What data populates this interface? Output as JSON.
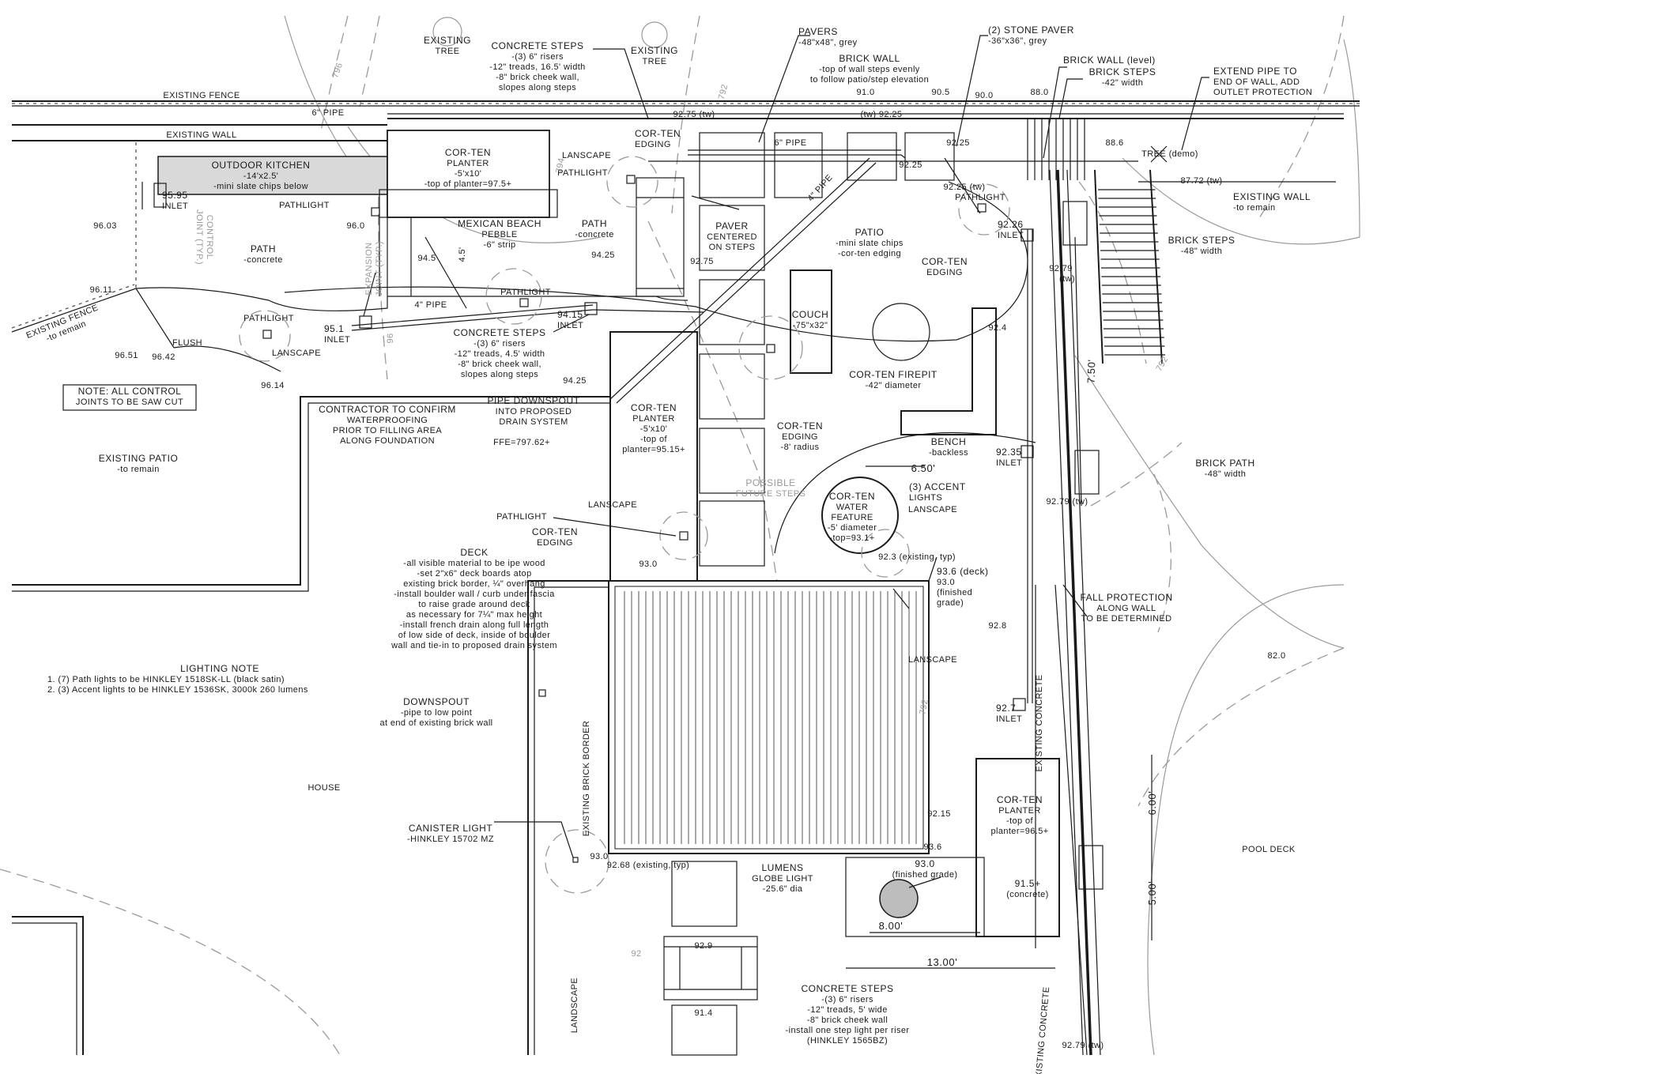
{
  "labels": {
    "existing_tree_1": [
      "EXISTING",
      "TREE"
    ],
    "existing_tree_2": [
      "EXISTING",
      "TREE"
    ],
    "concrete_steps_top": [
      "CONCRETE STEPS",
      "-(3) 6\" risers",
      "-12\" treads, 16.5' width",
      "-8\" brick cheek wall,",
      "slopes along steps"
    ],
    "pavers": [
      "PAVERS",
      "-48\"x48\", grey"
    ],
    "brick_wall_top": [
      "BRICK WALL",
      "-top of wall steps evenly",
      "to follow patio/step elevation"
    ],
    "stone_paver": [
      "(2) STONE PAVER",
      "-36\"x36\", grey"
    ],
    "brick_wall_level": [
      "BRICK WALL (level)"
    ],
    "brick_steps_top": [
      "BRICK STEPS",
      "-42\" width"
    ],
    "extend_pipe": [
      "EXTEND PIPE TO",
      "END OF WALL, ADD",
      "OUTLET PROTECTION"
    ],
    "existing_fence_top": "EXISTING FENCE",
    "existing_wall_top": "EXISTING WALL",
    "pipe_6_a": "6\" PIPE",
    "pipe_6_b": "6\" PIPE",
    "pipe_4_a": "4\" PIPE",
    "pipe_4_b": "4\" PIPE",
    "corten_planter_1": [
      "COR-TEN",
      "PLANTER",
      "-5'x10'",
      "-top of planter=97.5+"
    ],
    "corten_edging_1": [
      "COR-TEN",
      "EDGING"
    ],
    "lanscape_1": "LANSCAPE",
    "pathlight_1": "PATHLIGHT",
    "outdoor_kitchen": [
      "OUTDOOR KITCHEN",
      "-14'x2.5'",
      "-mini slate chips below"
    ],
    "inlet_1": [
      "95.95",
      "INLET"
    ],
    "pathlight_2": "PATHLIGHT",
    "mexican_beach": [
      "MEXICAN BEACH",
      "PEBBLE",
      "-6\" strip"
    ],
    "path_2": [
      "PATH",
      "-concrete"
    ],
    "path_1": [
      "PATH",
      "-concrete"
    ],
    "paver_centered": [
      "PAVER",
      "CENTERED",
      "ON STEPS"
    ],
    "patio": [
      "PATIO",
      "-mini slate chips",
      "-cor-ten edging"
    ],
    "corten_edging_2": [
      "COR-TEN",
      "EDGING"
    ],
    "pathlight_3": "PATHLIGHT",
    "inlet_2": [
      "92.26",
      "INLET"
    ],
    "tree_demo": "TREE (demo)",
    "existing_wall_right": [
      "EXISTING WALL",
      "-to remain"
    ],
    "brick_steps_right": [
      "BRICK STEPS",
      "-48\" width"
    ],
    "pathlight_4": "PATHLIGHT",
    "inlet_3": [
      "94.15",
      "INLET"
    ],
    "existing_fence_left": [
      "EXISTING FENCE",
      "-to remain"
    ],
    "flush": "FLUSH",
    "pathlight_5": "PATHLIGHT",
    "inlet_4": [
      "95.1",
      "INLET"
    ],
    "lanscape_2": "LANSCAPE",
    "concrete_steps_mid": [
      "CONCRETE STEPS",
      "-(3) 6\" risers",
      "-12\" treads, 4.5' width",
      "-8\" brick cheek wall,",
      "slopes along steps"
    ],
    "couch": [
      "COUCH",
      "-75\"x32\""
    ],
    "firepit": [
      "COR-TEN FIREPIT",
      "-42\" diameter"
    ],
    "note_saw": [
      "NOTE:  ALL CONTROL",
      "JOINTS TO BE SAW CUT"
    ],
    "contractor": [
      "CONTRACTOR TO CONFIRM",
      "WATERPROOFING",
      "PRIOR TO FILLING AREA",
      "ALONG FOUNDATION"
    ],
    "pipe_downspout": [
      "PIPE DOWNSPOUT",
      "INTO PROPOSED",
      "DRAIN SYSTEM"
    ],
    "ffe": "FFE=797.62+",
    "corten_planter_2": [
      "COR-TEN",
      "PLANTER",
      "-5'x10'",
      "-top of",
      "planter=95.15+"
    ],
    "corten_edging_3": [
      "COR-TEN",
      "EDGING",
      "-8' radius"
    ],
    "bench": [
      "BENCH",
      "-backless"
    ],
    "inlet_5": [
      "92.35",
      "INLET"
    ],
    "brick_path": [
      "BRICK PATH",
      "-48\" width"
    ],
    "existing_patio": [
      "EXISTING PATIO",
      "-to remain"
    ],
    "possible_steps": [
      "POSSIBLE",
      "FUTURE STEPS"
    ],
    "lanscape_3": "LANSCAPE",
    "water_feature": [
      "COR-TEN",
      "WATER",
      "FEATURE",
      "-5' diameter",
      "-top=93.1+"
    ],
    "accent_lights": [
      "(3) ACCENT",
      "LIGHTS"
    ],
    "lanscape_4": "LANSCAPE",
    "pathlight_6": "PATHLIGHT",
    "corten_edging_4": [
      "COR-TEN",
      "EDGING"
    ],
    "deck": [
      "DECK",
      "-all visible material to be ipe wood",
      "-set 2\"x6\" deck boards atop",
      "existing brick border, ¼\" overhang",
      "-install boulder wall / curb under fascia",
      "to raise grade around deck",
      "as necessary for 7¼\" max height",
      "-install french drain along full length",
      "of low side of deck, inside of boulder",
      "wall and tie-in to proposed drain system"
    ],
    "deck_grade": [
      "93.6 (deck)",
      "93.0",
      "(finished",
      "grade)"
    ],
    "fall_protection": [
      "FALL PROTECTION",
      "ALONG WALL",
      "TO BE DETERMINED"
    ],
    "lighting_note": [
      "LIGHTING NOTE",
      "1.   (7) Path lights to be HINKLEY 1518SK-LL (black satin)",
      "2.   (3) Accent lights to be HINKLEY 1536SK, 3000k 260 lumens"
    ],
    "downspout": [
      "DOWNSPOUT",
      "-pipe to low point",
      "at end of existing brick wall"
    ],
    "lanscape_5": "LANSCAPE",
    "inlet_6": [
      "92.7",
      "INLET"
    ],
    "existing_concrete_1": "EXISTING CONCRETE",
    "existing_brick_border": "EXISTING BRICK BORDER",
    "house": "HOUSE",
    "canister": [
      "CANISTER LIGHT",
      "-HINKLEY 15702 MZ"
    ],
    "corten_planter_3": [
      "COR-TEN",
      "PLANTER",
      "-top of",
      "planter=96.5+"
    ],
    "globe_light": [
      "LUMENS",
      "GLOBE LIGHT",
      "-25.6\" dia"
    ],
    "finished_grade": [
      "93.0",
      "(finished grade)"
    ],
    "concrete_right": [
      "91.5+",
      "(concrete)"
    ],
    "pool_deck": "POOL DECK",
    "landscape_bottom": "LANDSCAPE",
    "concrete_steps_bottom": [
      "CONCRETE STEPS",
      "-(3) 6\" risers",
      "-12\" treads, 5' wide",
      "-8\" brick cheek wall",
      "-install one step light per riser",
      "(HINKLEY 1565BZ)"
    ],
    "existing_concrete_2": "EXISTING CONCRETE"
  },
  "elevations": {
    "e1": "92.75  (tw)",
    "e2": "91.0",
    "e3": "(tw)  92.25",
    "e4": "90.5",
    "e5": "90.0",
    "e6": "88.0",
    "e7": "92.25",
    "e8": "92.25",
    "e9": "92.25  (tw)",
    "e10": "88.6",
    "e11": "87.72 (tw)",
    "e12": "96.03",
    "e13": "96.0",
    "e14": "94.5",
    "e15": "94.25",
    "e16": "92.75",
    "e17": "92.79",
    "e18": "(tw)",
    "e19": "96.11",
    "e20": "96.51",
    "e21": "96.42",
    "e22": "96.14",
    "e23": "94.25",
    "e24": "92.4",
    "e25": "92.79 (tw)",
    "e26": "93.0",
    "e27": "92.3 (existing, typ)",
    "e28": "92.8",
    "e29": "92.15",
    "e30": "93.0",
    "e31": "92.68 (existing, typ)",
    "e32": "93.6",
    "e33": "92.9",
    "e34": "91.4",
    "e35": "92.79 (tw)",
    "e36": "82.0",
    "e37": "4.5'",
    "contour_796": "796",
    "contour_792a": "792",
    "contour_794": "794",
    "contour_96": "96",
    "contour_792b": "792",
    "contour_792c": "792",
    "contour_92": "92"
  },
  "dimensions": {
    "d_750": "7.50'",
    "d_650": "6.50'",
    "d_600": "6.00'",
    "d_500": "5.00'",
    "d_800": "8.00'",
    "d_1300": "13.00'"
  },
  "control_joint": [
    "CONTROL",
    "JOINT (TYP.)"
  ],
  "expansion_joint": [
    "EXPANSION",
    "JOINT (TYP.)"
  ],
  "colors": {
    "ink": "#1a1a1a",
    "grey": "#9a9a9a",
    "fill_grey": "#d9d9d9",
    "globe": "#bdbdbd"
  }
}
